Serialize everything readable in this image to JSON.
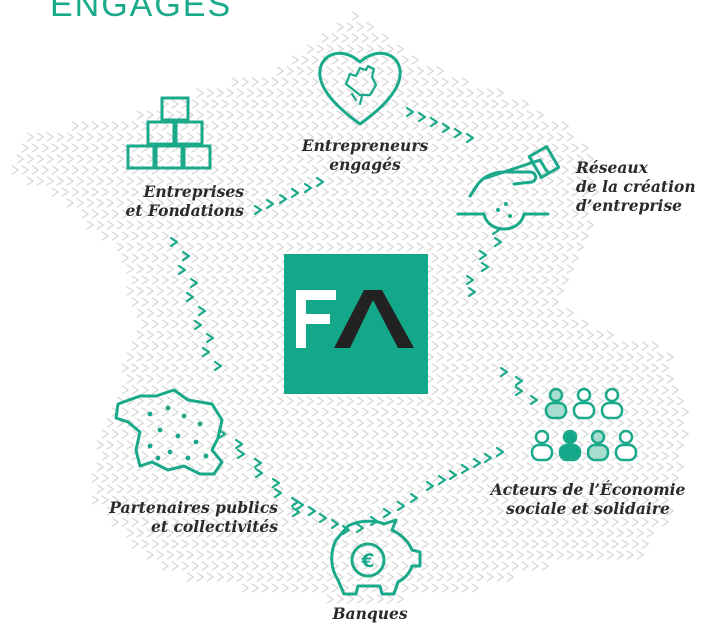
{
  "heading": "ENGAGÉS",
  "center_logo": {
    "text": "FA",
    "bg": "#14a88a",
    "accent": "#222222"
  },
  "colors": {
    "accent": "#1aa98a",
    "pattern": "#d6d6d6",
    "text": "#2a2a2a"
  },
  "nodes": [
    {
      "key": "entrepreneurs",
      "icon": "heart-fist-icon",
      "lines": [
        "Entrepreneurs",
        "engagés"
      ]
    },
    {
      "key": "reseaux",
      "icon": "helping-hand-icon",
      "lines": [
        "Réseaux",
        "de la création",
        "d’entreprise"
      ]
    },
    {
      "key": "ess",
      "icon": "people-group-icon",
      "lines": [
        "Acteurs de l’Économie",
        "sociale et solidaire"
      ]
    },
    {
      "key": "banques",
      "icon": "piggy-bank-icon",
      "lines": [
        "Banques"
      ]
    },
    {
      "key": "partenaires",
      "icon": "france-map-icon",
      "lines": [
        "Partenaires publics",
        "et collectivités"
      ]
    },
    {
      "key": "entreprises",
      "icon": "bricks-icon",
      "lines": [
        "Entreprises",
        "et Fondations"
      ]
    }
  ]
}
